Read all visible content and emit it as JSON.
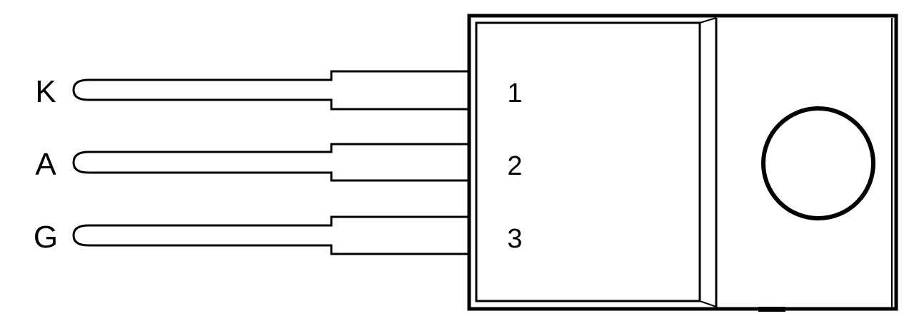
{
  "pins": [
    {
      "label": "K",
      "number": "1"
    },
    {
      "label": "A",
      "number": "2"
    },
    {
      "label": "G",
      "number": "3"
    }
  ],
  "colors": {
    "stroke": "#000000",
    "background": "#ffffff"
  }
}
